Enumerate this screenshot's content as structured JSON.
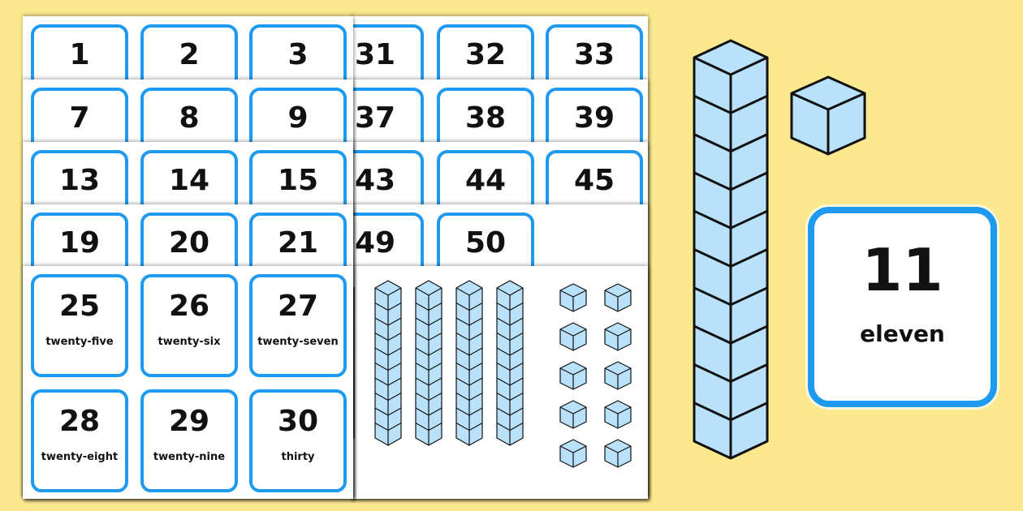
{
  "left_sheet_rows": [
    [
      "1",
      "2",
      "3"
    ],
    [
      "7",
      "8",
      "9"
    ],
    [
      "13",
      "14",
      "15"
    ],
    [
      "19",
      "20",
      "21"
    ]
  ],
  "right_sheet_rows": [
    [
      "31",
      "32",
      "33"
    ],
    [
      "37",
      "38",
      "39"
    ],
    [
      "43",
      "44",
      "45"
    ],
    [
      "49",
      "50"
    ]
  ],
  "word_cards": [
    {
      "number": "25",
      "word": "twenty-five"
    },
    {
      "number": "26",
      "word": "twenty-six"
    },
    {
      "number": "27",
      "word": "twenty-seven"
    },
    {
      "number": "28",
      "word": "twenty-eight"
    },
    {
      "number": "29",
      "word": "twenty-nine"
    },
    {
      "number": "30",
      "word": "thirty"
    }
  ],
  "sheet_base_ten": {
    "ten_rods_visible": 5,
    "cubes_per_rod": 10,
    "unit_cubes": 10
  },
  "large_rod": {
    "cubes": 10
  },
  "single_cube": {
    "cubes": 1
  },
  "featured_card": {
    "number": "11",
    "word": "eleven"
  },
  "colors": {
    "background": "#fbe88f",
    "card_border": "#1e9bf0",
    "cube_fill": "#b9e2fa",
    "outline": "#111111"
  }
}
